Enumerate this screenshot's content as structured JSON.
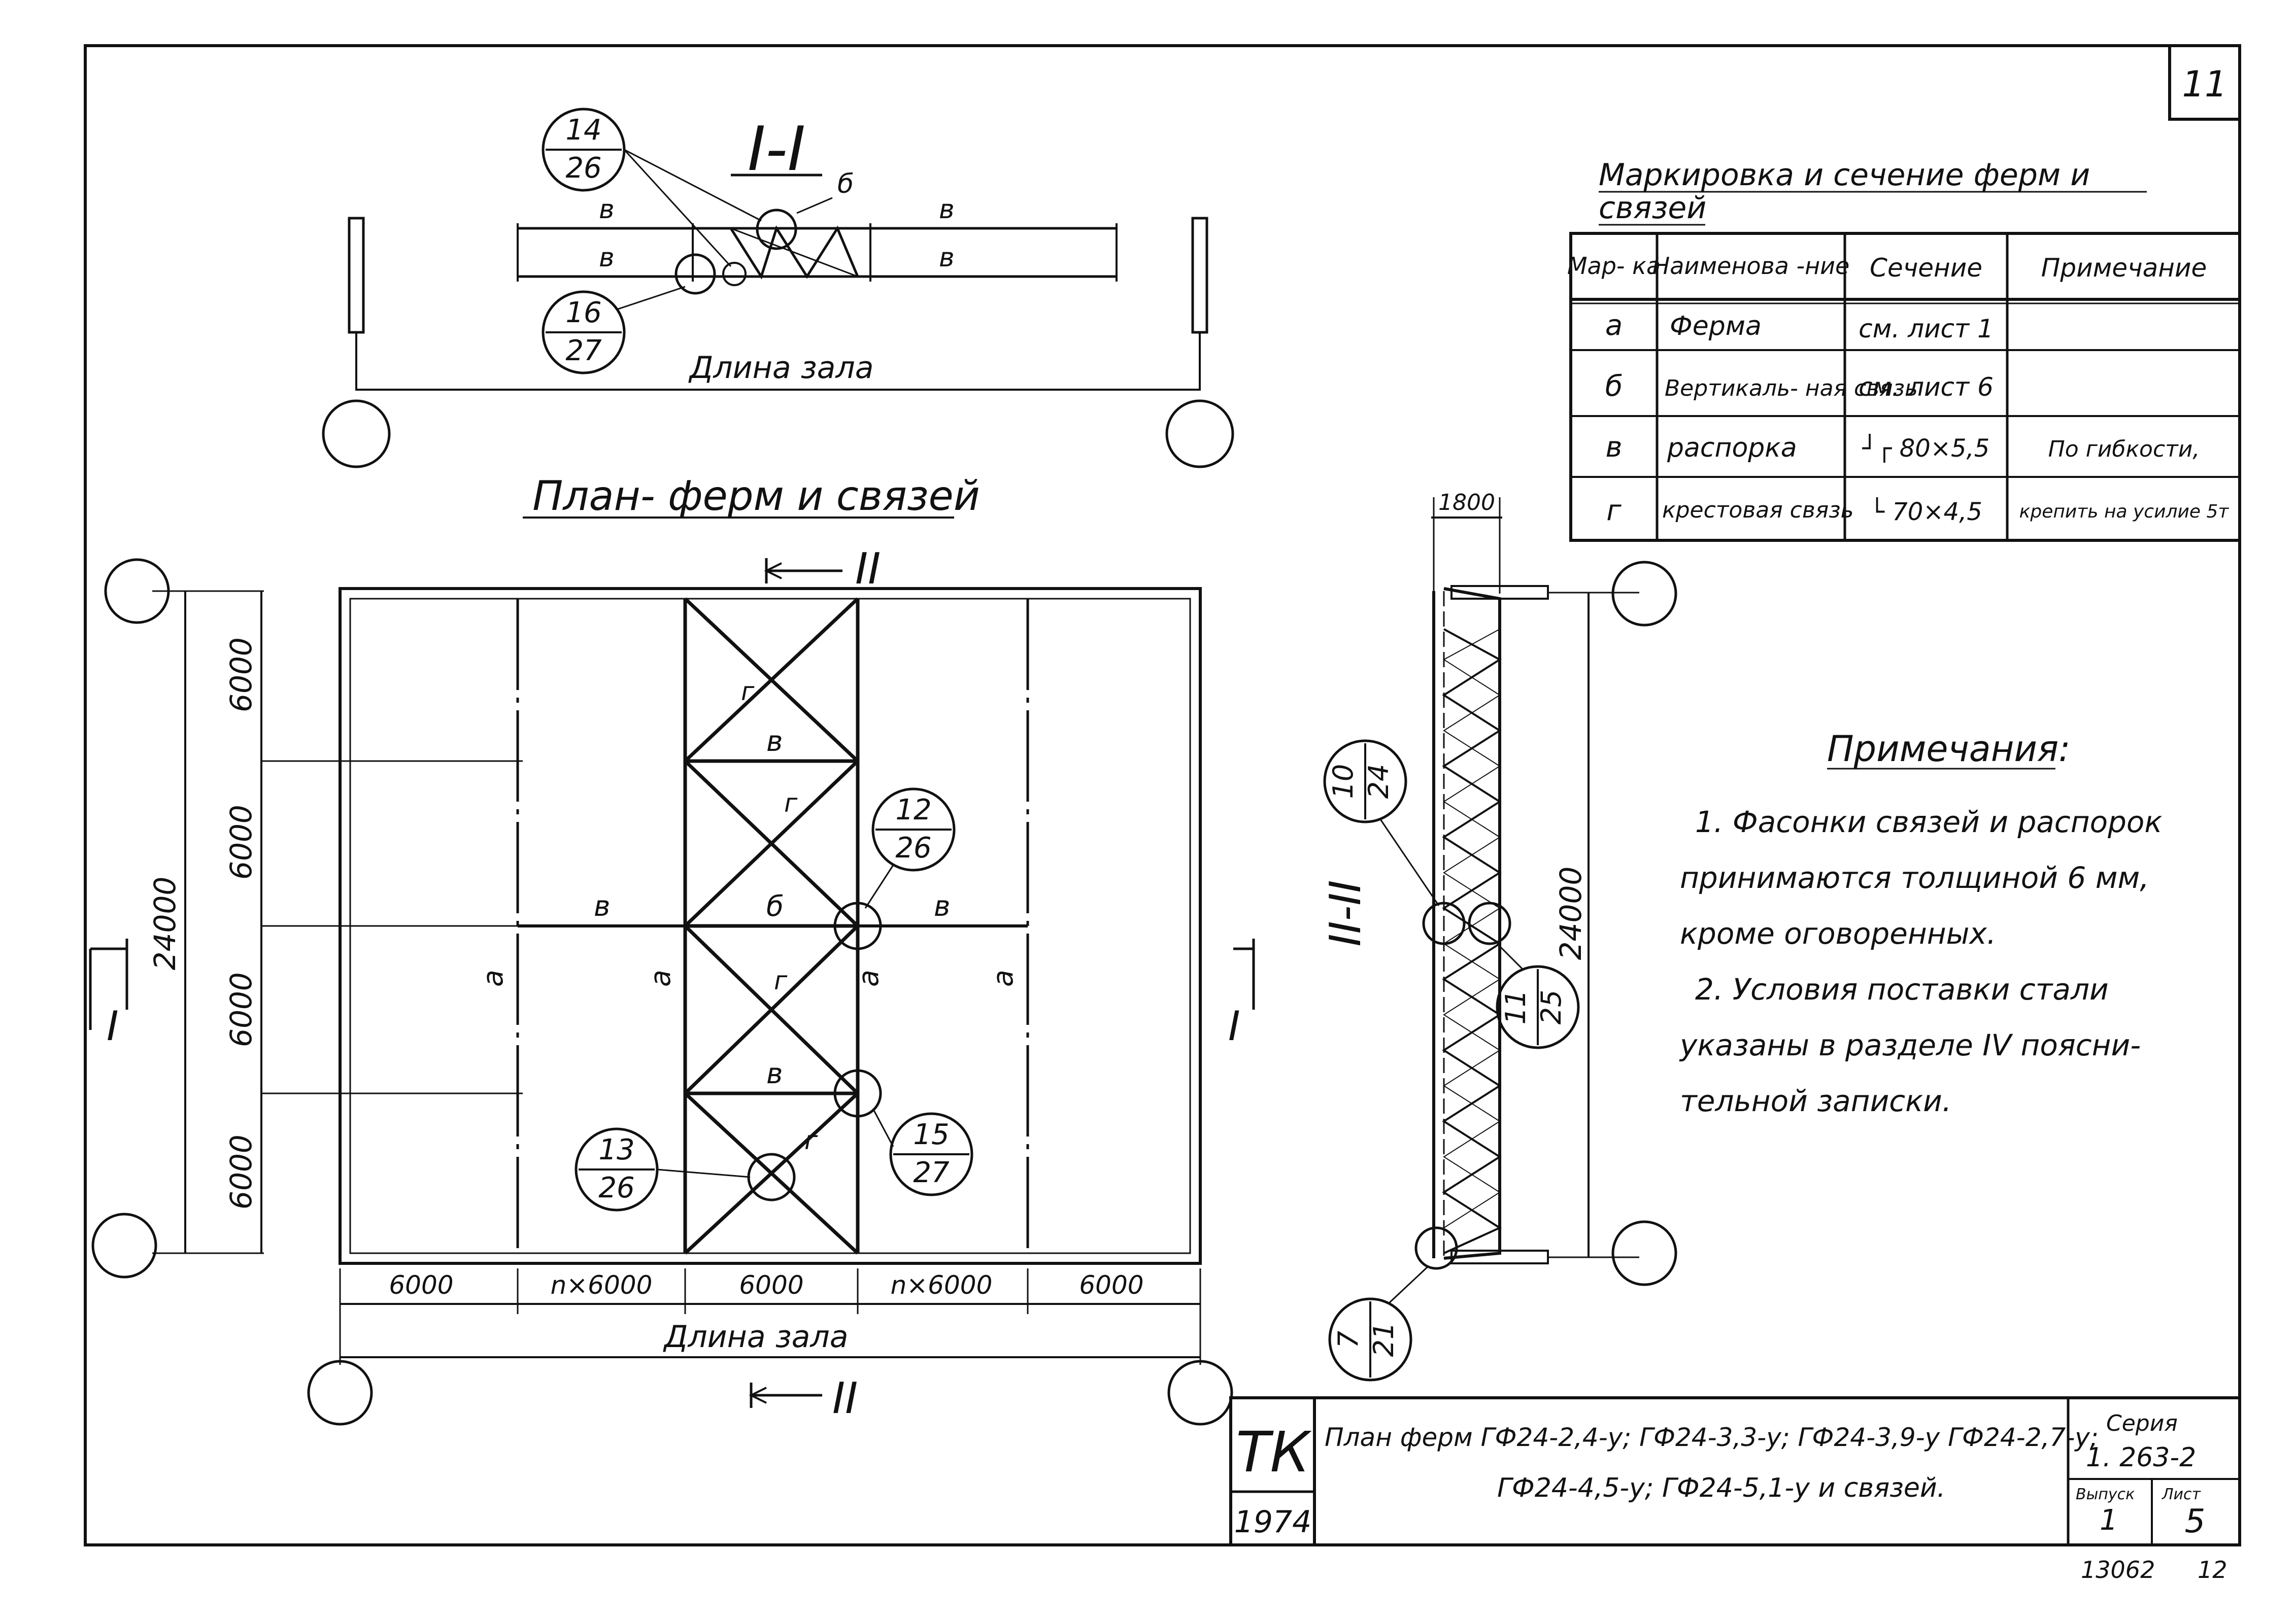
{
  "sheet_number": "11",
  "section_I": {
    "title": "I-I",
    "label_b": "б",
    "label_v": "в",
    "length_label": "Длина зала",
    "callouts": [
      {
        "top": "14",
        "bottom": "26"
      },
      {
        "top": "16",
        "bottom": "27"
      }
    ]
  },
  "plan": {
    "title": "План- ферм и связей",
    "cut_II": "II",
    "cut_I": "I",
    "truss_label": "а",
    "strut_label": "в",
    "cross_label": "г",
    "vertical_label": "б",
    "dim_total": "24000",
    "dim_bays": [
      "6000",
      "6000",
      "6000",
      "6000"
    ],
    "dim_bottom": [
      "6000",
      "n×6000",
      "6000",
      "n×6000",
      "6000"
    ],
    "length_label": "Длина зала",
    "callouts": [
      {
        "top": "12",
        "bottom": "26"
      },
      {
        "top": "13",
        "bottom": "26"
      },
      {
        "top": "15",
        "bottom": "27"
      }
    ]
  },
  "section_II": {
    "title": "II-II",
    "dim_top": "1800",
    "dim_height": "24000",
    "callouts": [
      {
        "top": "10",
        "bottom": "24"
      },
      {
        "top": "11",
        "bottom": "25"
      },
      {
        "top": "7",
        "bottom": "21"
      }
    ]
  },
  "table": {
    "title_line1": "Маркировка и сечение ферм и",
    "title_line2": "связей",
    "headers": [
      "Мар- ка",
      "Наименова -ние",
      "Сечение",
      "Примечание"
    ],
    "rows": [
      [
        "а",
        "Ферма",
        "см. лист 1",
        ""
      ],
      [
        "б",
        "Вертикаль- ная связь",
        "см. лист 6",
        ""
      ],
      [
        "в",
        "распорка",
        "┘┌ 80×5,5",
        "По гибкости,"
      ],
      [
        "г",
        "крестовая связь",
        "└ 70×4,5",
        "крепить на усилие 5т"
      ]
    ]
  },
  "notes": {
    "title": "Примечания:",
    "lines": [
      "1. Фасонки связей и распорок",
      "принимаются толщиной 6 мм,",
      "кроме оговоренных.",
      "2. Условия поставки стали",
      "указаны в разделе IV поясни-",
      "тельной записки."
    ]
  },
  "title_block": {
    "org": "ТК",
    "year": "1974",
    "title_line1": "План ферм ГФ24-2,4-у; ГФ24-3,3-у; ГФ24-3,9-у ГФ24-2,7-у;",
    "title_line2": "ГФ24-4,5-у; ГФ24-5,1-у и связей.",
    "series_label": "Серия",
    "series_value": "1. 263-2",
    "issue_label": "Выпуск",
    "issue_value": "1",
    "sheet_label": "Лист",
    "sheet_value": "5"
  },
  "footer": {
    "code": "13062",
    "page": "12"
  }
}
